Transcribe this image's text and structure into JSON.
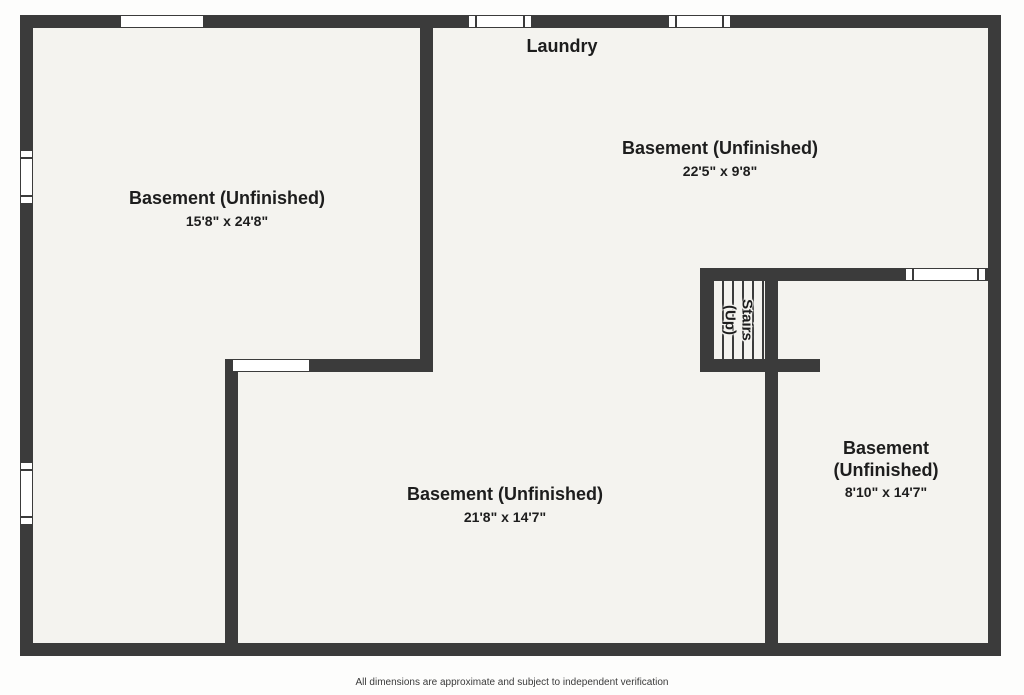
{
  "plan": {
    "laundry_label": "Laundry",
    "stairs": {
      "line1": "Stairs",
      "line2": "(Up)"
    },
    "rooms": [
      {
        "name": "Basement (Unfinished)",
        "dims": "15'8\" x 24'8\""
      },
      {
        "name": "Basement (Unfinished)",
        "dims": "22'5\" x 9'8\""
      },
      {
        "name": "Basement (Unfinished)",
        "dims": "21'8\" x 14'7\""
      },
      {
        "name": "Basement (Unfinished)",
        "dims": "8'10\" x 14'7\""
      }
    ]
  },
  "footer": {
    "disclaimer": "All dimensions are approximate and subject to independent verification"
  },
  "colors": {
    "wall": "#3b3b3b",
    "floor": "#f4f3ef",
    "text": "#1d1d1d"
  }
}
